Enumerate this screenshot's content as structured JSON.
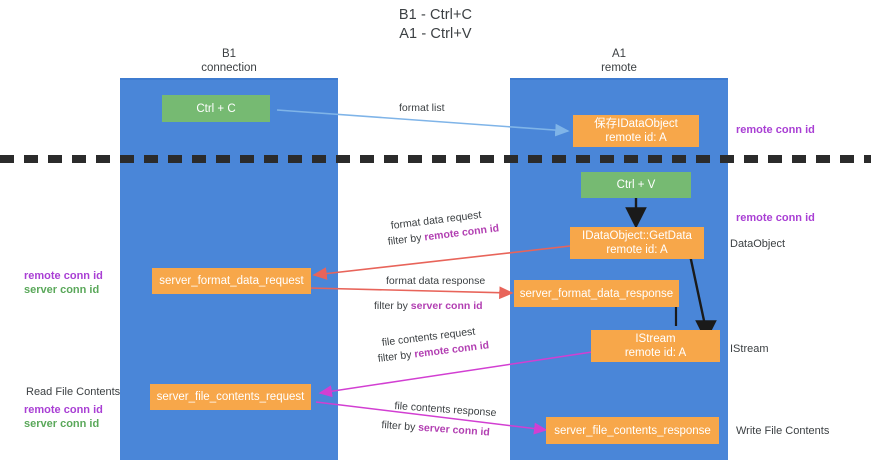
{
  "title": {
    "line1": "B1 - Ctrl+C",
    "line2": "A1 - Ctrl+V"
  },
  "columns": [
    {
      "name": "B1",
      "sub": "connection"
    },
    {
      "name": "A1",
      "sub": "remote"
    }
  ],
  "boxes": {
    "ctrl_c": "Ctrl + C",
    "save_idataobject_l1": "保存IDataObject",
    "save_idataobject_l2": "remote id: A",
    "ctrl_v": "Ctrl + V",
    "getdata_l1": "IDataObject::GetData",
    "getdata_l2": "remote id: A",
    "server_format_data_request": "server_format_data_request",
    "server_format_data_response": "server_format_data_response",
    "istream_l1": "IStream",
    "istream_l2": "remote id: A",
    "server_file_contents_request": "server_file_contents_request",
    "server_file_contents_response": "server_file_contents_response"
  },
  "edge_labels": {
    "format_list": "format list",
    "format_data_request": "format data request",
    "format_data_request_filter_prefix": "filter by ",
    "format_data_request_filter_key": "remote conn id",
    "format_data_response": "format data response",
    "format_data_response_filter_prefix": "filter by ",
    "format_data_response_filter_key": "server conn id",
    "file_contents_request": "file contents request",
    "file_contents_request_filter_prefix": "filter by ",
    "file_contents_request_filter_key": "remote conn id",
    "file_contents_response": "file contents response",
    "file_contents_response_filter_prefix": "filter by ",
    "file_contents_response_filter_key": "server conn id"
  },
  "annotations": {
    "right_remote_conn_id_top": "remote conn id",
    "right_remote_conn_id_mid": "remote conn id",
    "right_dataobject": "DataObject",
    "right_istream": "IStream",
    "right_write_file_contents": "Write File Contents",
    "left_remote_conn_id_1": "remote conn id",
    "left_server_conn_id_1": "server conn id",
    "left_read_file_contents": "Read File Contents",
    "left_remote_conn_id_2": "remote conn id",
    "left_server_conn_id_2": "server conn id"
  },
  "colors": {
    "lane": "#4a86d8",
    "green_box": "#76ba72",
    "orange_box": "#f7a74a",
    "purple_text": "#a93fd4",
    "green_text": "#5aa85a",
    "magenta_text": "#b23fb2",
    "blue_wire": "#7fb4e8",
    "red_wire": "#e8645a",
    "magenta_wire": "#d23fd2",
    "black_wire": "#1a1a1a",
    "divider": "#2b2b2b"
  }
}
